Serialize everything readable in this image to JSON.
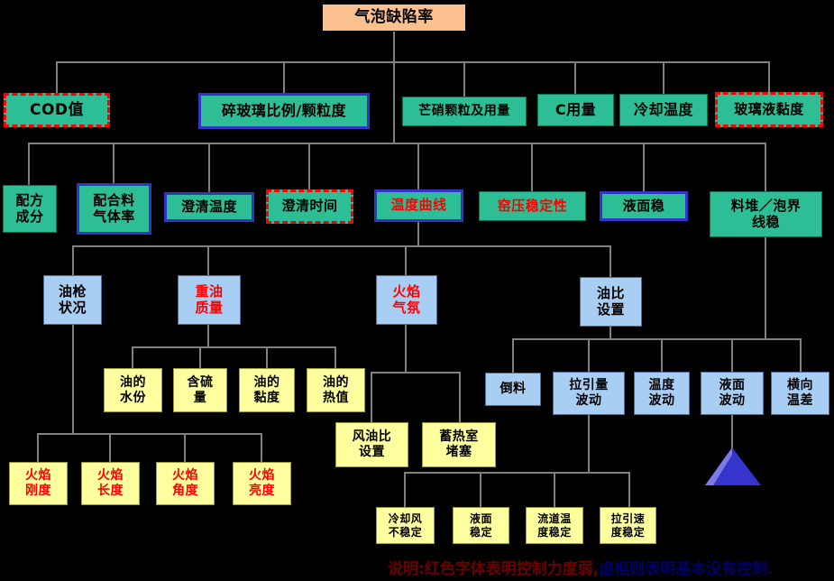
{
  "diagram": {
    "title": "气泡缺陷率",
    "caption": {
      "part1": "说明:红色字体表明控制力度弱,",
      "part2": "虚框则表明基本没有控制."
    },
    "colors": {
      "background": "#000000",
      "green_box": "#2DBE96",
      "blue_box": "#A9CEF4",
      "yellow_box": "#FFFFA0",
      "root_box": "#FAC090",
      "red_accent": "#FF0000",
      "blue_border": "#3333CC",
      "connector_gray": "#808080",
      "triangle_blue": "#3535CB"
    },
    "nodes": {
      "root": {
        "label": "气泡缺陷率"
      },
      "cod": {
        "label": "COD值"
      },
      "cullet": {
        "label": "碎玻璃比例/颗粒度"
      },
      "mirabilite": {
        "label": "芒硝颗粒及用量"
      },
      "c_amount": {
        "label": "C用量"
      },
      "cooling_temp": {
        "label": "冷却温度"
      },
      "glass_viscosity": {
        "label": "玻璃液黏度"
      },
      "formula": {
        "label": "配方\n成分"
      },
      "batch_gas": {
        "label": "配合料\n气体率"
      },
      "clar_temp": {
        "label": "澄清温度"
      },
      "clar_time": {
        "label": "澄清时间"
      },
      "temp_curve": {
        "label": "温度曲线"
      },
      "kiln_pressure": {
        "label": "窑压稳定性"
      },
      "level_stable": {
        "label": "液面稳"
      },
      "pile_line": {
        "label": "料堆／泡界\n线稳"
      },
      "gun_status": {
        "label": "油枪\n状况"
      },
      "oil_quality": {
        "label": "重油\n质量"
      },
      "flame_atmos": {
        "label": "火焰\n气氛"
      },
      "oil_ratio": {
        "label": "油比\n设置"
      },
      "oil_water": {
        "label": "油的\n水份"
      },
      "sulfur": {
        "label": "含硫\n量"
      },
      "oil_visc": {
        "label": "油的\n黏度"
      },
      "oil_heat": {
        "label": "油的\n热值"
      },
      "dump": {
        "label": "倒料"
      },
      "draw_fluct": {
        "label": "拉引量\n波动"
      },
      "temp_fluct": {
        "label": "温度\n波动"
      },
      "level_fluct": {
        "label": "液面\n波动"
      },
      "lateral_temp": {
        "label": "横向\n温差"
      },
      "air_oil_ratio": {
        "label": "风油比\n设置"
      },
      "regen_block": {
        "label": "蓄热室\n堵塞"
      },
      "flame_rigid": {
        "label": "火焰\n刚度"
      },
      "flame_len": {
        "label": "火焰\n长度"
      },
      "flame_angle": {
        "label": "火焰\n角度"
      },
      "flame_bright": {
        "label": "火焰\n亮度"
      },
      "cool_air": {
        "label": "冷却风\n不稳定"
      },
      "level_stab2": {
        "label": "液面\n稳定"
      },
      "runner_temp": {
        "label": "流道温\n度稳定"
      },
      "draw_speed": {
        "label": "拉引速\n度稳定"
      }
    }
  }
}
